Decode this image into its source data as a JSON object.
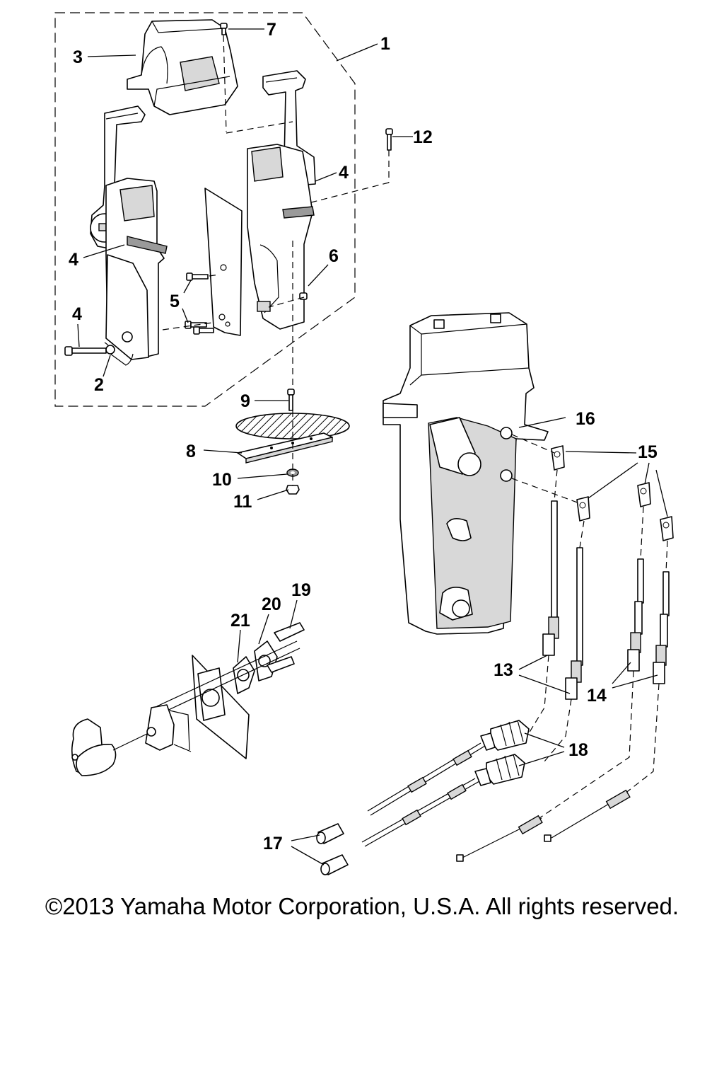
{
  "callouts": {
    "c1": "1",
    "c2": "2",
    "c3": "3",
    "c4a": "4",
    "c4b": "4",
    "c4c": "4",
    "c5": "5",
    "c6": "6",
    "c7": "7",
    "c8": "8",
    "c9": "9",
    "c10": "10",
    "c11": "11",
    "c12": "12",
    "c13": "13",
    "c14": "14",
    "c15": "15",
    "c16": "16",
    "c17": "17",
    "c18": "18",
    "c19": "19",
    "c20": "20",
    "c21": "21"
  },
  "footer": {
    "copyright": "©2013 Yamaha Motor Corporation, U.S.A. All rights reserved."
  }
}
